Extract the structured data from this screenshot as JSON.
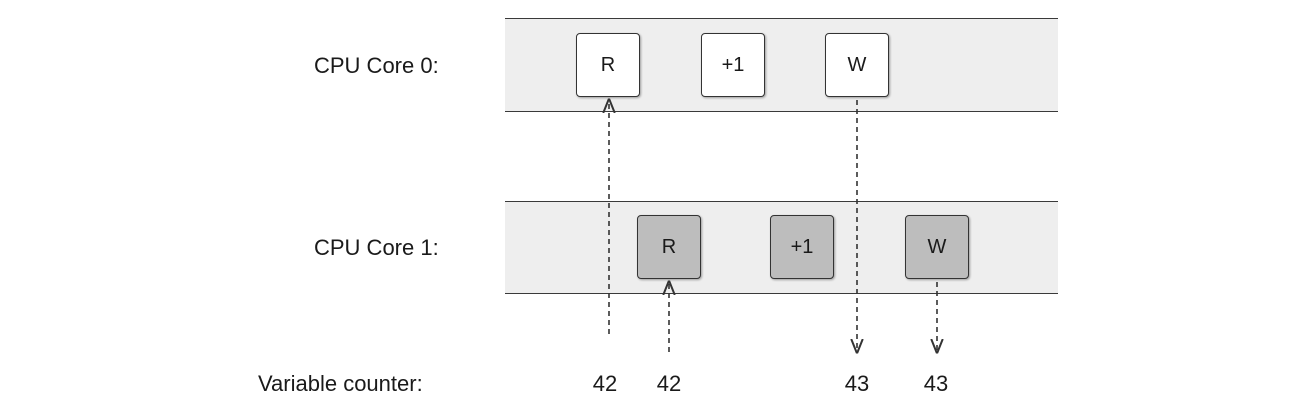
{
  "rows": {
    "core0_label": "CPU Core 0:",
    "core1_label": "CPU Core 1:",
    "counter_label": "Variable counter:"
  },
  "core0_ops": [
    "R",
    "+1",
    "W"
  ],
  "core1_ops": [
    "R",
    "+1",
    "W"
  ],
  "counter_values": [
    "42",
    "42",
    "43",
    "43"
  ],
  "colors": {
    "lane_fill": "#eeeeee",
    "core0_box": "#ffffff",
    "core1_box": "#bdbdbd",
    "arrow": "#333333"
  }
}
